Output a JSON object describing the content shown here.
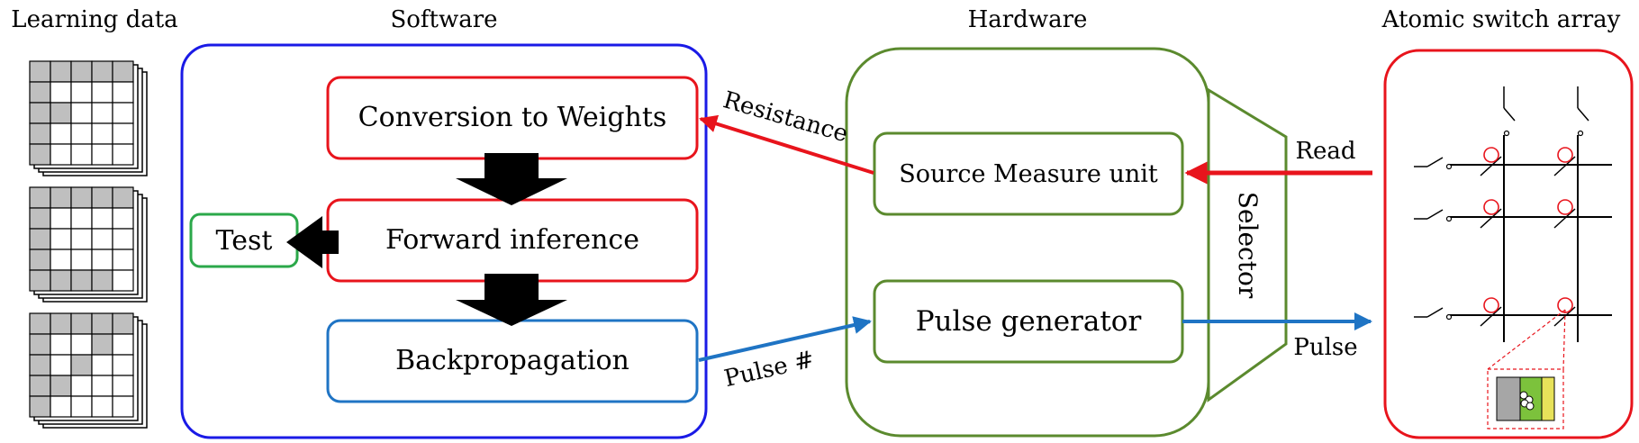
{
  "headers": {
    "learning_data": "Learning data",
    "software": "Software",
    "hardware": "Hardware",
    "array": "Atomic switch array"
  },
  "software": {
    "conversion": "Conversion to Weights",
    "forward": "Forward inference",
    "backprop": "Backpropagation",
    "test": "Test"
  },
  "hardware": {
    "smu": "Source Measure unit",
    "pulse_gen": "Pulse generator",
    "selector": "Selector"
  },
  "arrows": {
    "resistance": "Resistance",
    "pulse_num": "Pulse #",
    "read": "Read",
    "pulse": "Pulse"
  },
  "colors": {
    "software_border": "#1a1ae6",
    "hardware_border": "#5b8a2e",
    "red": "#e8141c",
    "blue": "#1f74c4",
    "test_border": "#2ba84a",
    "grid_fill": "#bfbfbf",
    "layer_grey": "#a6a6a6",
    "layer_green": "#7cc23c",
    "layer_yellow": "#e7e25a"
  },
  "learning_data": {
    "patterns": [
      [
        [
          1,
          1,
          1,
          1,
          1
        ],
        [
          1,
          0,
          0,
          0,
          0
        ],
        [
          1,
          1,
          0,
          0,
          0
        ],
        [
          1,
          0,
          0,
          0,
          0
        ],
        [
          1,
          0,
          0,
          0,
          0
        ]
      ],
      [
        [
          1,
          1,
          1,
          1,
          1
        ],
        [
          1,
          0,
          0,
          0,
          0
        ],
        [
          1,
          0,
          0,
          0,
          0
        ],
        [
          1,
          0,
          0,
          0,
          0
        ],
        [
          1,
          1,
          1,
          1,
          0
        ]
      ],
      [
        [
          1,
          1,
          1,
          1,
          1
        ],
        [
          1,
          0,
          0,
          1,
          0
        ],
        [
          1,
          0,
          1,
          0,
          0
        ],
        [
          1,
          1,
          0,
          0,
          0
        ],
        [
          1,
          0,
          0,
          0,
          0
        ]
      ]
    ]
  }
}
